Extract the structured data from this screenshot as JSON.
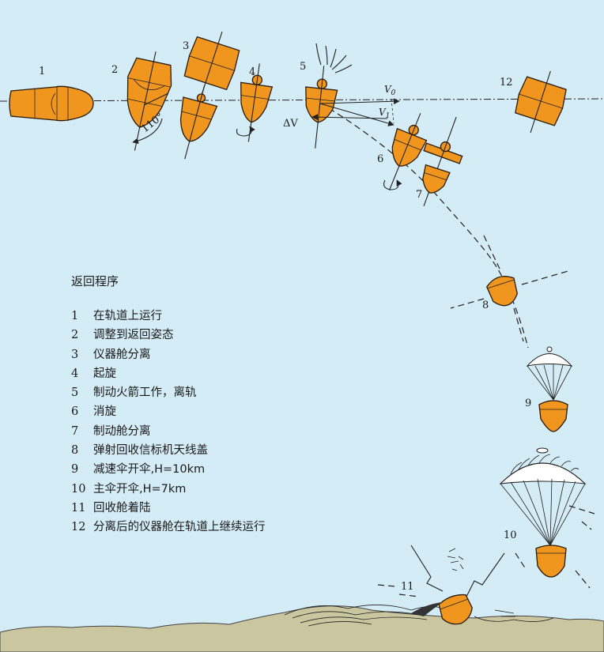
{
  "legend": {
    "title": "返回程序",
    "items": [
      {
        "num": "1",
        "text": "在轨道上运行"
      },
      {
        "num": "2",
        "text": "调整到返回姿态"
      },
      {
        "num": "3",
        "text": "仪器舱分离"
      },
      {
        "num": "4",
        "text": "起旋"
      },
      {
        "num": "5",
        "text": "制动火箭工作，离轨"
      },
      {
        "num": "6",
        "text": "消旋"
      },
      {
        "num": "7",
        "text": "制动舱分离"
      },
      {
        "num": "8",
        "text": "弹射回收信标机天线盖"
      },
      {
        "num": "9",
        "text": "减速伞开伞,H=10km"
      },
      {
        "num": "10",
        "text": "主伞开伞,H=7km"
      },
      {
        "num": "11",
        "text": "回收舱着陆"
      },
      {
        "num": "12",
        "text": "分离后的仪器舱在轨道上继续运行"
      }
    ]
  },
  "diagram": {
    "step_labels": [
      "1",
      "2",
      "3",
      "4",
      "5",
      "6",
      "7",
      "8",
      "9",
      "10",
      "11",
      "12"
    ],
    "angle_label": "110°",
    "delta_v_label": "ΔV",
    "v0_label": "V",
    "v0_sub": "0",
    "v1_label": "V",
    "v1_sub": "1"
  },
  "colors": {
    "background": "#d4ecf6",
    "capsule": "#f0961e",
    "ground": "#c9c6a0"
  }
}
